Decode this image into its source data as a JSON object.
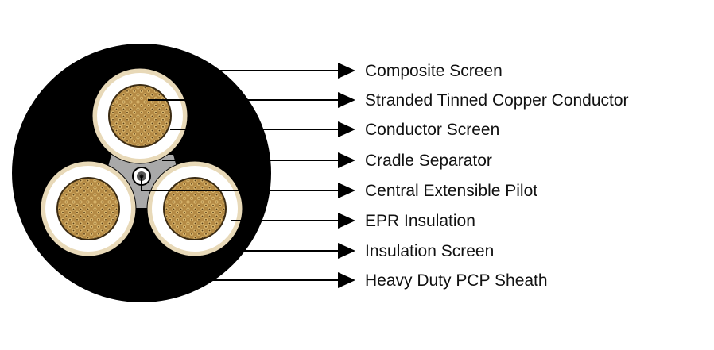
{
  "labels": [
    "Composite Screen",
    "Stranded Tinned Copper Conductor",
    "Conductor Screen",
    "Cradle Separator",
    "Central Extensible Pilot",
    "EPR Insulation",
    "Insulation Screen",
    "Heavy Duty PCP Sheath"
  ],
  "colors": {
    "sheath": "#000000",
    "copper_base": "#b48a45",
    "copper_light": "#d8b46a",
    "copper_dark": "#5a3f1a",
    "insulation": "#ffffff",
    "insulation_screen": "#e8d9b8",
    "cradle": "#a9a9a9",
    "pilot": "#555555"
  }
}
